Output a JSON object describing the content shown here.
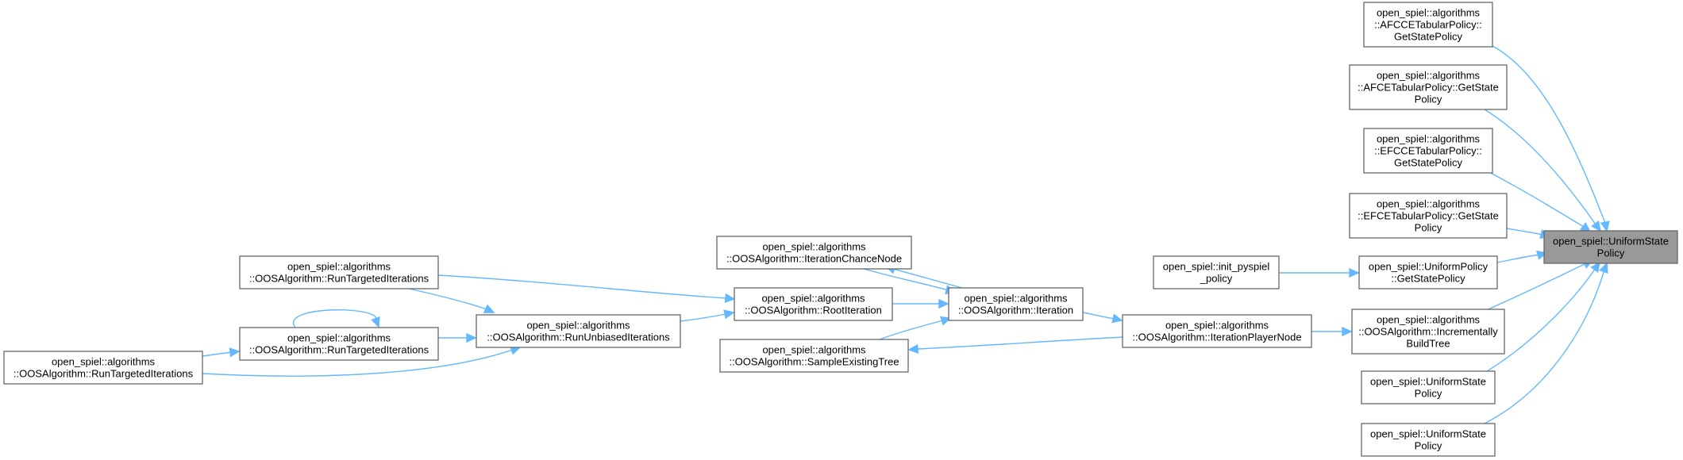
{
  "graph": {
    "nodes": [
      {
        "id": "root",
        "lines": [
          "open_spiel::UniformState",
          "Policy"
        ]
      },
      {
        "id": "afcce",
        "lines": [
          "open_spiel::algorithms",
          "::AFCCETabularPolicy::",
          "GetStatePolicy"
        ]
      },
      {
        "id": "afce",
        "lines": [
          "open_spiel::algorithms",
          "::AFCETabularPolicy::GetState",
          "Policy"
        ]
      },
      {
        "id": "efcce",
        "lines": [
          "open_spiel::algorithms",
          "::EFCCETabularPolicy::",
          "GetStatePolicy"
        ]
      },
      {
        "id": "efce",
        "lines": [
          "open_spiel::algorithms",
          "::EFCETabularPolicy::GetState",
          "Policy"
        ]
      },
      {
        "id": "uniformpolicy",
        "lines": [
          "open_spiel::UniformPolicy",
          "::GetStatePolicy"
        ]
      },
      {
        "id": "incremental",
        "lines": [
          "open_spiel::algorithms",
          "::OOSAlgorithm::Incrementally",
          "BuildTree"
        ]
      },
      {
        "id": "usp1",
        "lines": [
          "open_spiel::UniformState",
          "Policy"
        ]
      },
      {
        "id": "usp2",
        "lines": [
          "open_spiel::UniformState",
          "Policy"
        ]
      },
      {
        "id": "initpyspiel",
        "lines": [
          "open_spiel::init_pyspiel",
          "_policy"
        ]
      },
      {
        "id": "iterplayer",
        "lines": [
          "open_spiel::algorithms",
          "::OOSAlgorithm::IterationPlayerNode"
        ]
      },
      {
        "id": "iteration",
        "lines": [
          "open_spiel::algorithms",
          "::OOSAlgorithm::Iteration"
        ]
      },
      {
        "id": "chance",
        "lines": [
          "open_spiel::algorithms",
          "::OOSAlgorithm::IterationChanceNode"
        ]
      },
      {
        "id": "rootiter",
        "lines": [
          "open_spiel::algorithms",
          "::OOSAlgorithm::RootIteration"
        ]
      },
      {
        "id": "sample",
        "lines": [
          "open_spiel::algorithms",
          "::OOSAlgorithm::SampleExistingTree"
        ]
      },
      {
        "id": "unbiased",
        "lines": [
          "open_spiel::algorithms",
          "::OOSAlgorithm::RunUnbiasedIterations"
        ]
      },
      {
        "id": "targeted_top",
        "lines": [
          "open_spiel::algorithms",
          "::OOSAlgorithm::RunTargetedIterations"
        ]
      },
      {
        "id": "targeted_mid",
        "lines": [
          "open_spiel::algorithms",
          "::OOSAlgorithm::RunTargetedIterations"
        ]
      },
      {
        "id": "targeted_left",
        "lines": [
          "open_spiel::algorithms",
          "::OOSAlgorithm::RunTargetedIterations"
        ]
      }
    ],
    "edges": [
      {
        "from": "afcce",
        "to": "root"
      },
      {
        "from": "afce",
        "to": "root"
      },
      {
        "from": "efcce",
        "to": "root"
      },
      {
        "from": "efce",
        "to": "root"
      },
      {
        "from": "uniformpolicy",
        "to": "root"
      },
      {
        "from": "incremental",
        "to": "root"
      },
      {
        "from": "usp1",
        "to": "root"
      },
      {
        "from": "usp2",
        "to": "root"
      },
      {
        "from": "initpyspiel",
        "to": "uniformpolicy"
      },
      {
        "from": "iterplayer",
        "to": "incremental"
      },
      {
        "from": "iteration",
        "to": "iterplayer"
      },
      {
        "from": "iterplayer",
        "to": "sample"
      },
      {
        "from": "chance",
        "to": "iteration"
      },
      {
        "from": "iteration",
        "to": "chance"
      },
      {
        "from": "rootiter",
        "to": "iteration"
      },
      {
        "from": "sample",
        "to": "iteration"
      },
      {
        "from": "targeted_top",
        "to": "rootiter"
      },
      {
        "from": "unbiased",
        "to": "rootiter"
      },
      {
        "from": "targeted_top",
        "to": "unbiased"
      },
      {
        "from": "targeted_mid",
        "to": "unbiased"
      },
      {
        "from": "targeted_left",
        "to": "unbiased"
      },
      {
        "from": "targeted_left",
        "to": "targeted_mid"
      },
      {
        "from": "targeted_mid",
        "to": "targeted_mid"
      }
    ]
  }
}
